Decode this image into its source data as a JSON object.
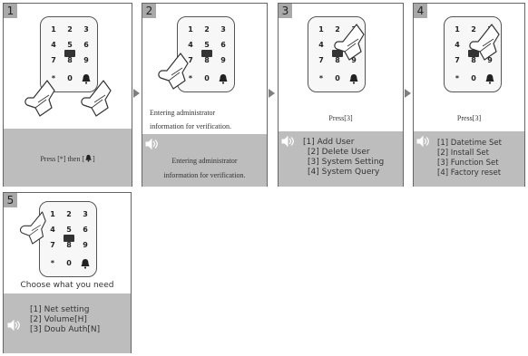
{
  "steps": [
    {
      "num": "1",
      "caption": "Press [*] then [",
      "caption_end": "]"
    },
    {
      "num": "2",
      "caption_l1": "Entering administrator",
      "caption_l2": "information for verification.",
      "voice_l1": "Entering administrator",
      "voice_l2": "information for verification."
    },
    {
      "num": "3",
      "caption": "Press[3]",
      "menu": [
        "[1] Add User",
        "[2] Delete User",
        "[3] System Setting",
        "[4] System Query"
      ]
    },
    {
      "num": "4",
      "caption": "Press[3]",
      "menu": [
        "[1]  Datetime Set",
        "[2]  Install  Set",
        "[3]  Function Set",
        "[4]  Factory reset"
      ]
    },
    {
      "num": "5",
      "caption": "Choose what you need",
      "menu": [
        "[1] Net setting",
        "[2] Volume[H]",
        "[3] Doub Auth[N]"
      ]
    }
  ],
  "keypad": {
    "keys": [
      "1",
      "2",
      "3",
      "4",
      "5",
      "6",
      "7",
      "8",
      "9",
      "*",
      "0"
    ]
  },
  "icons": {
    "bell": "bell-icon",
    "speaker": "speaker-icon",
    "hand": "hand-pointer-icon",
    "card": "card-icon"
  }
}
